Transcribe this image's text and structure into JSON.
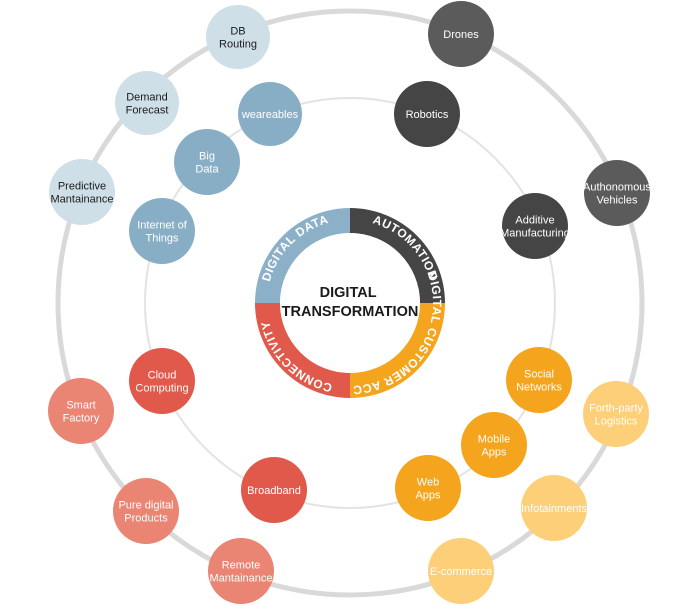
{
  "center_title": [
    "DIGITAL",
    "TRANSFORMATION"
  ],
  "colors": {
    "data_light": "#cfdfe8",
    "data_mid": "#88aec6",
    "data_segment": "#8cb0c8",
    "automation": "#454545",
    "automation_light": "#5b5b5b",
    "customer": "#f5a41d",
    "customer_light": "#fccf78",
    "connectivity": "#e0594a",
    "connectivity_light": "#ea8473",
    "ring": "#d9d9d9"
  },
  "segments": [
    {
      "id": "digital-data",
      "label": "DIGITAL DATA",
      "color": "#8cb0c8"
    },
    {
      "id": "automation",
      "label": "AUTOMATION",
      "color": "#454545"
    },
    {
      "id": "digital-customer-access",
      "label": "DIGITAL CUSTOMER ACCES",
      "color": "#f5a41d"
    },
    {
      "id": "connectivity",
      "label": "CONNECTIVITY",
      "color": "#e0594a"
    }
  ],
  "nodes": [
    {
      "id": "db-routing",
      "lines": [
        "DB",
        "Routing"
      ],
      "group": "digital-data",
      "tier": "outer"
    },
    {
      "id": "demand-forecast",
      "lines": [
        "Demand",
        "Forecast"
      ],
      "group": "digital-data",
      "tier": "outer"
    },
    {
      "id": "predictive-maintenance",
      "lines": [
        "Predictive",
        "Mantainance"
      ],
      "group": "digital-data",
      "tier": "outer"
    },
    {
      "id": "weareables",
      "lines": [
        "weareables"
      ],
      "group": "digital-data",
      "tier": "inner"
    },
    {
      "id": "big-data",
      "lines": [
        "Big",
        "Data"
      ],
      "group": "digital-data",
      "tier": "inner"
    },
    {
      "id": "internet-of-things",
      "lines": [
        "Internet of",
        "Things"
      ],
      "group": "digital-data",
      "tier": "inner"
    },
    {
      "id": "drones",
      "lines": [
        "Drones"
      ],
      "group": "automation",
      "tier": "outer"
    },
    {
      "id": "autonomous-vehicles",
      "lines": [
        "Authonomous",
        "Vehicles"
      ],
      "group": "automation",
      "tier": "outer"
    },
    {
      "id": "robotics",
      "lines": [
        "Robotics"
      ],
      "group": "automation",
      "tier": "inner"
    },
    {
      "id": "additive-manufacturing",
      "lines": [
        "Additive",
        "Manufacturing"
      ],
      "group": "automation",
      "tier": "inner"
    },
    {
      "id": "social-networks",
      "lines": [
        "Social",
        "Networks"
      ],
      "group": "customer",
      "tier": "inner"
    },
    {
      "id": "mobile-apps",
      "lines": [
        "Mobile",
        "Apps"
      ],
      "group": "customer",
      "tier": "inner"
    },
    {
      "id": "web-apps",
      "lines": [
        "Web",
        "Apps"
      ],
      "group": "customer",
      "tier": "inner"
    },
    {
      "id": "forth-party-logistics",
      "lines": [
        "Forth-party",
        "Logistics"
      ],
      "group": "customer",
      "tier": "outer"
    },
    {
      "id": "infotainments",
      "lines": [
        "Infotainments"
      ],
      "group": "customer",
      "tier": "outer"
    },
    {
      "id": "e-commerce",
      "lines": [
        "E-commerce"
      ],
      "group": "customer",
      "tier": "outer"
    },
    {
      "id": "cloud-computing",
      "lines": [
        "Cloud",
        "Computing"
      ],
      "group": "connectivity",
      "tier": "inner"
    },
    {
      "id": "broadband",
      "lines": [
        "Broadband"
      ],
      "group": "connectivity",
      "tier": "inner"
    },
    {
      "id": "smart-factory",
      "lines": [
        "Smart",
        "Factory"
      ],
      "group": "connectivity",
      "tier": "outer"
    },
    {
      "id": "pure-digital-products",
      "lines": [
        "Pure digital",
        "Products"
      ],
      "group": "connectivity",
      "tier": "outer"
    },
    {
      "id": "remote-maintenance",
      "lines": [
        "Remote",
        "Mantainance"
      ],
      "group": "connectivity",
      "tier": "outer"
    }
  ]
}
